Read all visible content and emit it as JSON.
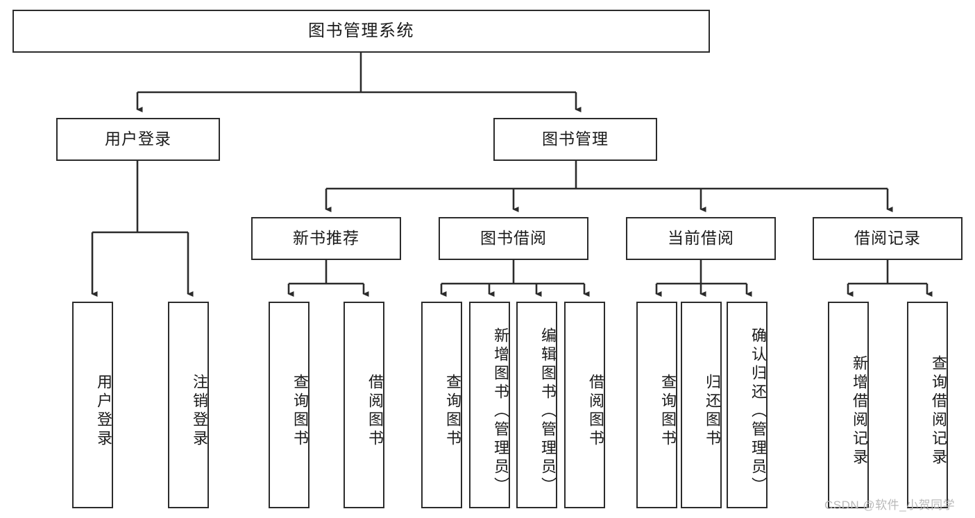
{
  "diagram": {
    "title": "图书管理系统",
    "type": "功能结构图",
    "root": {
      "id": "root",
      "label": "图书管理系统"
    },
    "level2": [
      {
        "id": "user-login",
        "label": "用户登录"
      },
      {
        "id": "book-manage",
        "label": "图书管理"
      }
    ],
    "level3": [
      {
        "id": "new-book-rec",
        "label": "新书推荐",
        "parent": "book-manage"
      },
      {
        "id": "book-borrow",
        "label": "图书借阅",
        "parent": "book-manage"
      },
      {
        "id": "current-borrow",
        "label": "当前借阅",
        "parent": "book-manage"
      },
      {
        "id": "borrow-record",
        "label": "借阅记录",
        "parent": "book-manage"
      }
    ],
    "leaves": [
      {
        "id": "leaf-user-login",
        "label": "用户登录",
        "parent": "user-login"
      },
      {
        "id": "leaf-user-logout",
        "label": "注销登录",
        "parent": "user-login"
      },
      {
        "id": "leaf-query-book-1",
        "label": "查询图书",
        "parent": "new-book-rec"
      },
      {
        "id": "leaf-borrow-book-1",
        "label": "借阅图书",
        "parent": "new-book-rec"
      },
      {
        "id": "leaf-query-book-2",
        "label": "查询图书",
        "parent": "book-borrow"
      },
      {
        "id": "leaf-add-book",
        "label": "新增图书（管理员）",
        "parent": "book-borrow"
      },
      {
        "id": "leaf-edit-book",
        "label": "编辑图书（管理员）",
        "parent": "book-borrow"
      },
      {
        "id": "leaf-borrow-book-2",
        "label": "借阅图书",
        "parent": "book-borrow"
      },
      {
        "id": "leaf-query-book-3",
        "label": "查询图书",
        "parent": "current-borrow"
      },
      {
        "id": "leaf-return-book",
        "label": "归还图书",
        "parent": "current-borrow"
      },
      {
        "id": "leaf-confirm-return",
        "label": "确认归还（管理员）",
        "parent": "current-borrow"
      },
      {
        "id": "leaf-add-record",
        "label": "新增借阅记录",
        "parent": "borrow-record"
      },
      {
        "id": "leaf-query-record",
        "label": "查询借阅记录",
        "parent": "borrow-record"
      }
    ],
    "watermark": "CSDN @软件_小贺同学",
    "colors": {
      "stroke": "#2b2b2b",
      "text": "#1a1a1a",
      "background": "#ffffff",
      "watermark": "#b9b9b9"
    }
  }
}
